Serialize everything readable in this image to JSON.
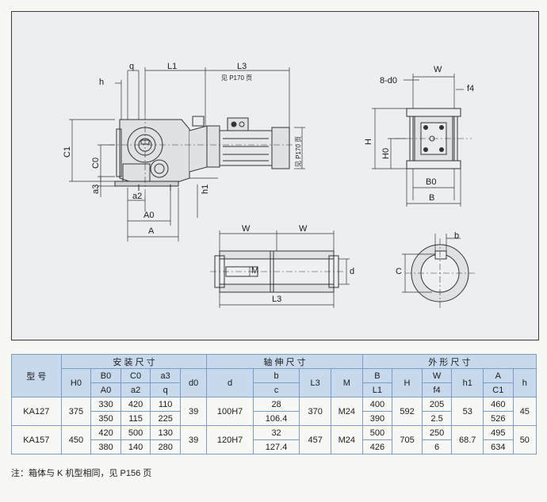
{
  "labels": {
    "h": "h",
    "q": "q",
    "L1": "L1",
    "L3": "L3",
    "see_p170": "见 P170 页",
    "see_p170_vertical": "见 P170 页",
    "C1": "C1",
    "C0": "C0",
    "a3": "a3",
    "a2": "a2",
    "A0": "A0",
    "A": "A",
    "h1": "h1",
    "d0": "8-d0",
    "W": "W",
    "f4": "f4",
    "H": "H",
    "H0": "H0",
    "B0": "B0",
    "B": "B",
    "shaft_W_left": "W",
    "shaft_W_right": "W",
    "shaft_M": "M",
    "shaft_d": "d",
    "shaft_L3": "L3",
    "key_b": "b",
    "key_C": "C"
  },
  "table": {
    "group_install": "安 装 尺 寸",
    "group_shaft": "轴 伸 尺 寸",
    "group_outline": "外 形 尺 寸",
    "model_header": "型 号",
    "headers": {
      "H0": "H0",
      "B0_top": "B0",
      "B0_bot": "A0",
      "C0_top": "C0",
      "C0_bot": "a2",
      "a3_top": "a3",
      "a3_bot": "q",
      "d0": "d0",
      "d": "d",
      "b_top": "b",
      "b_bot": "c",
      "L3": "L3",
      "M": "M",
      "B_top": "B",
      "B_bot": "L1",
      "H": "H",
      "W_top": "W",
      "W_bot": "f4",
      "h1": "h1",
      "A_top": "A",
      "A_bot": "C1",
      "h": "h"
    },
    "rows": [
      {
        "model": "KA127",
        "H0": "375",
        "B0_top": "330",
        "B0_bot": "350",
        "C0_top": "420",
        "C0_bot": "115",
        "a3_top": "110",
        "a3_bot": "225",
        "d0": "39",
        "d": "100H7",
        "b_top": "28",
        "b_bot": "106.4",
        "L3": "370",
        "M": "M24",
        "B_top": "400",
        "B_bot": "390",
        "H": "592",
        "W_top": "205",
        "W_bot": "2.5",
        "h1": "53",
        "A_top": "460",
        "A_bot": "526",
        "h": "45"
      },
      {
        "model": "KA157",
        "H0": "450",
        "B0_top": "420",
        "B0_bot": "380",
        "C0_top": "500",
        "C0_bot": "140",
        "a3_top": "130",
        "a3_bot": "280",
        "d0": "39",
        "d": "120H7",
        "b_top": "32",
        "b_bot": "127.4",
        "L3": "457",
        "M": "M24",
        "B_top": "500",
        "B_bot": "426",
        "H": "705",
        "W_top": "250",
        "W_bot": "6",
        "h1": "68.7",
        "A_top": "495",
        "A_bot": "634",
        "h": "50"
      }
    ]
  },
  "note": "注：箱体与 K 机型相同，见 P156 页"
}
